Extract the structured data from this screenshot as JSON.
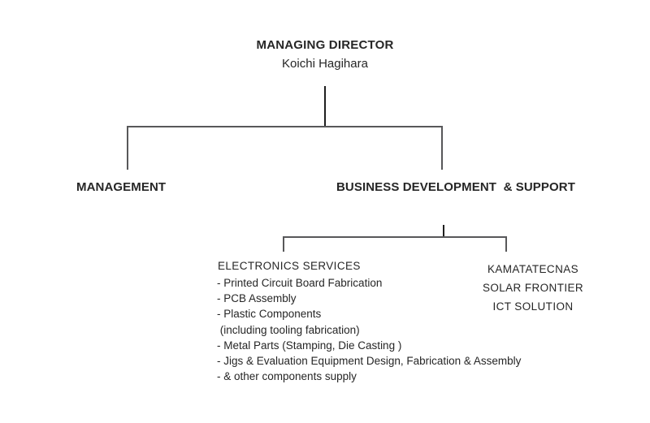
{
  "org": {
    "root": {
      "title": "MANAGING DIRECTOR",
      "name": "Koichi Hagihara"
    },
    "level2": [
      {
        "label": "MANAGEMENT"
      },
      {
        "label": "BUSINESS DEVELOPMENT  & SUPPORT"
      }
    ],
    "branches": [
      {
        "title": "ELECTRONICS SERVICES",
        "items": [
          "- Printed Circuit Board Fabrication",
          "- PCB Assembly",
          "- Plastic Components",
          " (including tooling fabrication)",
          "- Metal Parts (Stamping, Die Casting )",
          "- Jigs & Evaluation Equipment Design, Fabrication & Assembly",
          "- & other components supply"
        ]
      },
      {
        "lines": [
          "KAMATATECNAS",
          "SOLAR FRONTIER",
          "ICT SOLUTION"
        ]
      }
    ],
    "colors": {
      "text": "#262626",
      "stem_line": "#1f1f1f",
      "bracket_line": "#58585a",
      "background": "#ffffff"
    }
  }
}
